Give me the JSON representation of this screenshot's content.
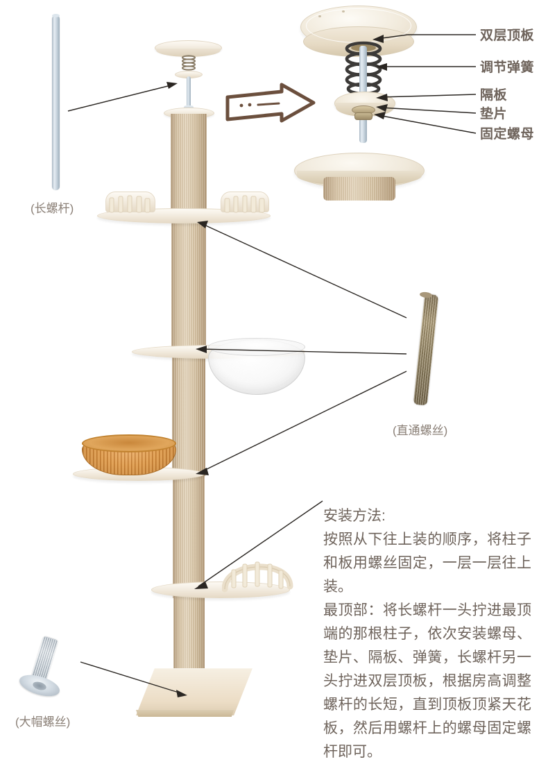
{
  "figure": {
    "type": "assembly-diagram",
    "subject": "cat-tree-floor-to-ceiling",
    "background_color": "#ffffff",
    "label_color": "#6e635b",
    "part_label_color": "#8a7f76",
    "leader_color": "#2a2622"
  },
  "detail_callout": {
    "arrow_icon": "hand-drawn-right-arrow",
    "arrow_color": "#6b4f3d",
    "labels": [
      {
        "id": "top-plate",
        "text": "双层顶板"
      },
      {
        "id": "spring",
        "text": "调节弹簧"
      },
      {
        "id": "divider",
        "text": "隔板"
      },
      {
        "id": "washer",
        "text": "垫片"
      },
      {
        "id": "lock-nut",
        "text": "固定螺母"
      }
    ]
  },
  "part_labels": [
    {
      "id": "long-rod",
      "text": "(长螺杆)"
    },
    {
      "id": "through-bolt",
      "text": "(直通螺丝)"
    },
    {
      "id": "cap-screw",
      "text": "(大帽螺丝)"
    }
  ],
  "instructions": {
    "heading": "安装方法:",
    "paragraphs": [
      "按照从下往上装的顺序，将柱子和板用螺丝固定，一层一层往上装。",
      "最顶部：将长螺杆一头拧进最顶端的那根柱子，依次安装螺母、垫片、隔板、弹簧，长螺杆另一头拧进双层顶板，根据房高调整螺杆的长短，直到顶板顶紧天花板，然后用螺杆上的螺母固定螺杆即可。"
    ]
  },
  "tree_parts": [
    {
      "id": "ceiling-plate",
      "name": "双层顶板"
    },
    {
      "id": "adjust-spring",
      "name": "调节弹簧"
    },
    {
      "id": "divider-plate",
      "name": "隔板"
    },
    {
      "id": "long-screw-rod",
      "name": "长螺杆"
    },
    {
      "id": "sisal-post",
      "name": "柱子"
    },
    {
      "id": "twin-step-shelf",
      "name": "踏板"
    },
    {
      "id": "bowl-shelf",
      "name": "碗板"
    },
    {
      "id": "basket-shelf",
      "name": "猫窝板"
    },
    {
      "id": "rail-bed-shelf",
      "name": "吊床板"
    },
    {
      "id": "base-board",
      "name": "底板"
    }
  ]
}
